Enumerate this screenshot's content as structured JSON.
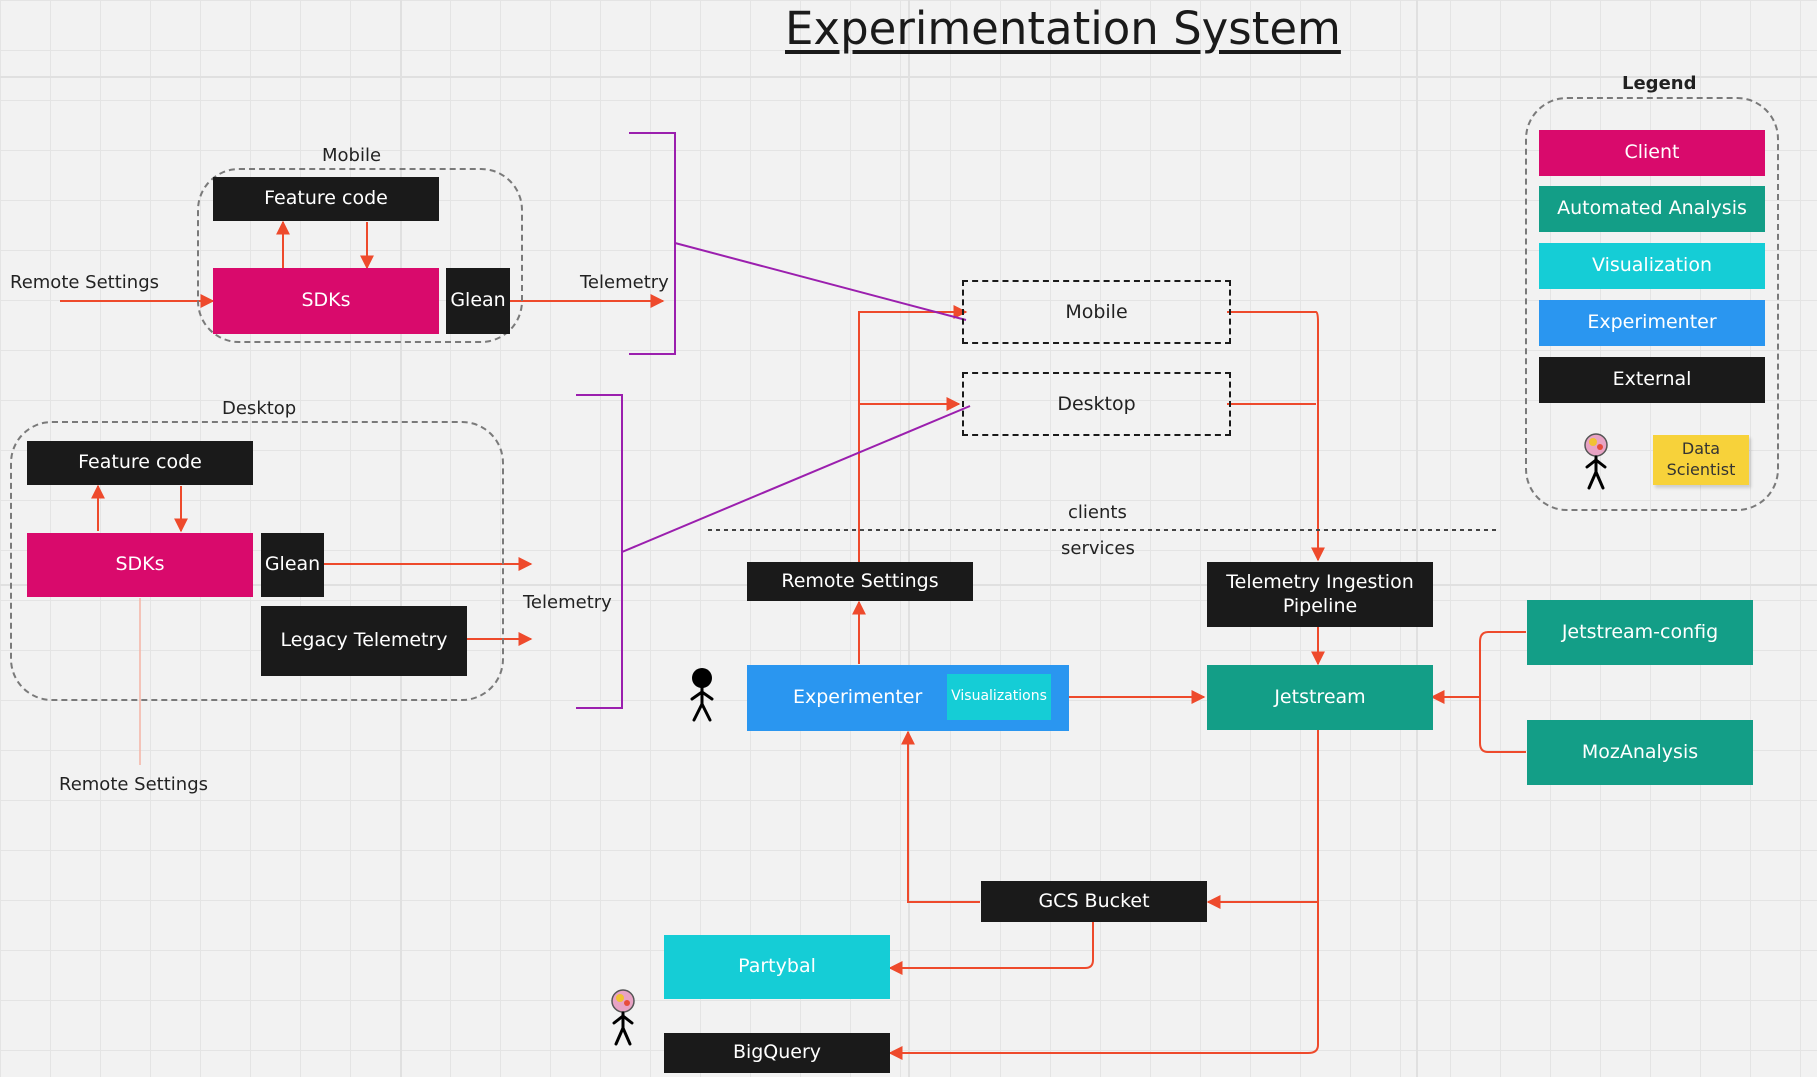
{
  "title": "Experimentation System",
  "legend": {
    "title": "Legend",
    "items": [
      "Client",
      "Automated Analysis",
      "Visualization",
      "Experimenter",
      "External"
    ],
    "sticky": "Data Scientist",
    "colors": {
      "client": "#d90a6c",
      "automated_analysis": "#139e87",
      "visualization": "#15cdd6",
      "experimenter": "#2a96f0",
      "external": "#1a1a1a"
    }
  },
  "mobile_group": {
    "label": "Mobile",
    "feature_code": "Feature code",
    "sdks": "SDKs",
    "glean": "Glean",
    "remote_settings": "Remote Settings",
    "telemetry": "Telemetry"
  },
  "desktop_group": {
    "label": "Desktop",
    "feature_code": "Feature code",
    "sdks": "SDKs",
    "glean": "Glean",
    "legacy_telemetry": "Legacy Telemetry",
    "remote_settings": "Remote Settings",
    "telemetry": "Telemetry"
  },
  "clients": {
    "mobile": "Mobile",
    "desktop": "Desktop"
  },
  "divider": {
    "top": "clients",
    "bottom": "services"
  },
  "services": {
    "remote_settings": "Remote Settings",
    "experimenter": "Experimenter",
    "visualizations": "Visualizations",
    "telemetry_pipeline": "Telemetry Ingestion Pipeline",
    "jetstream": "Jetstream",
    "jetstream_config": "Jetstream-config",
    "mozanalysis": "MozAnalysis",
    "gcs_bucket": "GCS Bucket",
    "partybal": "Partybal",
    "bigquery": "BigQuery"
  },
  "icons": [
    "person-icon",
    "data-scientist-icon"
  ]
}
